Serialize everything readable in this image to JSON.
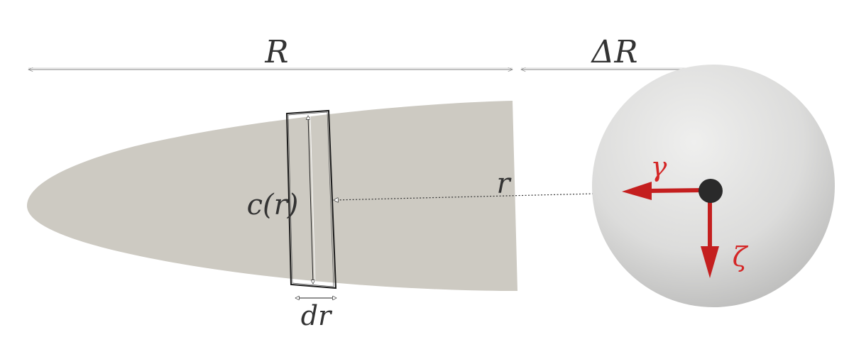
{
  "labels": {
    "R": "R",
    "delta_R": "ΔR",
    "c_r": "c(r)",
    "r": "r",
    "dr": "dr",
    "gamma": "γ",
    "zeta": "ζ"
  },
  "colors": {
    "blade": "#cdcac2",
    "sphere_light": "#ededec",
    "sphere_dark": "#bdbdbc",
    "vector": "#c41f1f",
    "hub": "#2a2a2a",
    "dimension": "#8f8f8f"
  }
}
